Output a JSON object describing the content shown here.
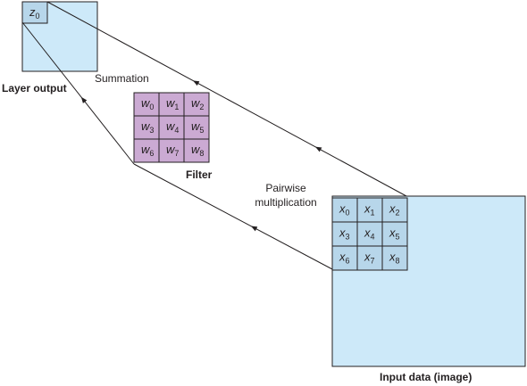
{
  "labels": {
    "layer_output": "Layer output",
    "summation": "Summation",
    "filter": "Filter",
    "pairwise_line1": "Pairwise",
    "pairwise_line2": "multiplication",
    "input_data": "Input data (image)"
  },
  "output_cell": {
    "var": "z",
    "sub": "0"
  },
  "filter_cells": [
    {
      "var": "w",
      "sub": "0"
    },
    {
      "var": "w",
      "sub": "1"
    },
    {
      "var": "w",
      "sub": "2"
    },
    {
      "var": "w",
      "sub": "3"
    },
    {
      "var": "w",
      "sub": "4"
    },
    {
      "var": "w",
      "sub": "5"
    },
    {
      "var": "w",
      "sub": "6"
    },
    {
      "var": "w",
      "sub": "7"
    },
    {
      "var": "w",
      "sub": "8"
    }
  ],
  "input_cells": [
    {
      "var": "x",
      "sub": "0"
    },
    {
      "var": "x",
      "sub": "1"
    },
    {
      "var": "x",
      "sub": "2"
    },
    {
      "var": "x",
      "sub": "3"
    },
    {
      "var": "x",
      "sub": "4"
    },
    {
      "var": "x",
      "sub": "5"
    },
    {
      "var": "x",
      "sub": "6"
    },
    {
      "var": "x",
      "sub": "7"
    },
    {
      "var": "x",
      "sub": "8"
    }
  ],
  "colors": {
    "input_fill": "#cde9f9",
    "cell_fill": "#b7d6ea",
    "filter_fill": "#cbaad3",
    "line": "#231f20"
  }
}
